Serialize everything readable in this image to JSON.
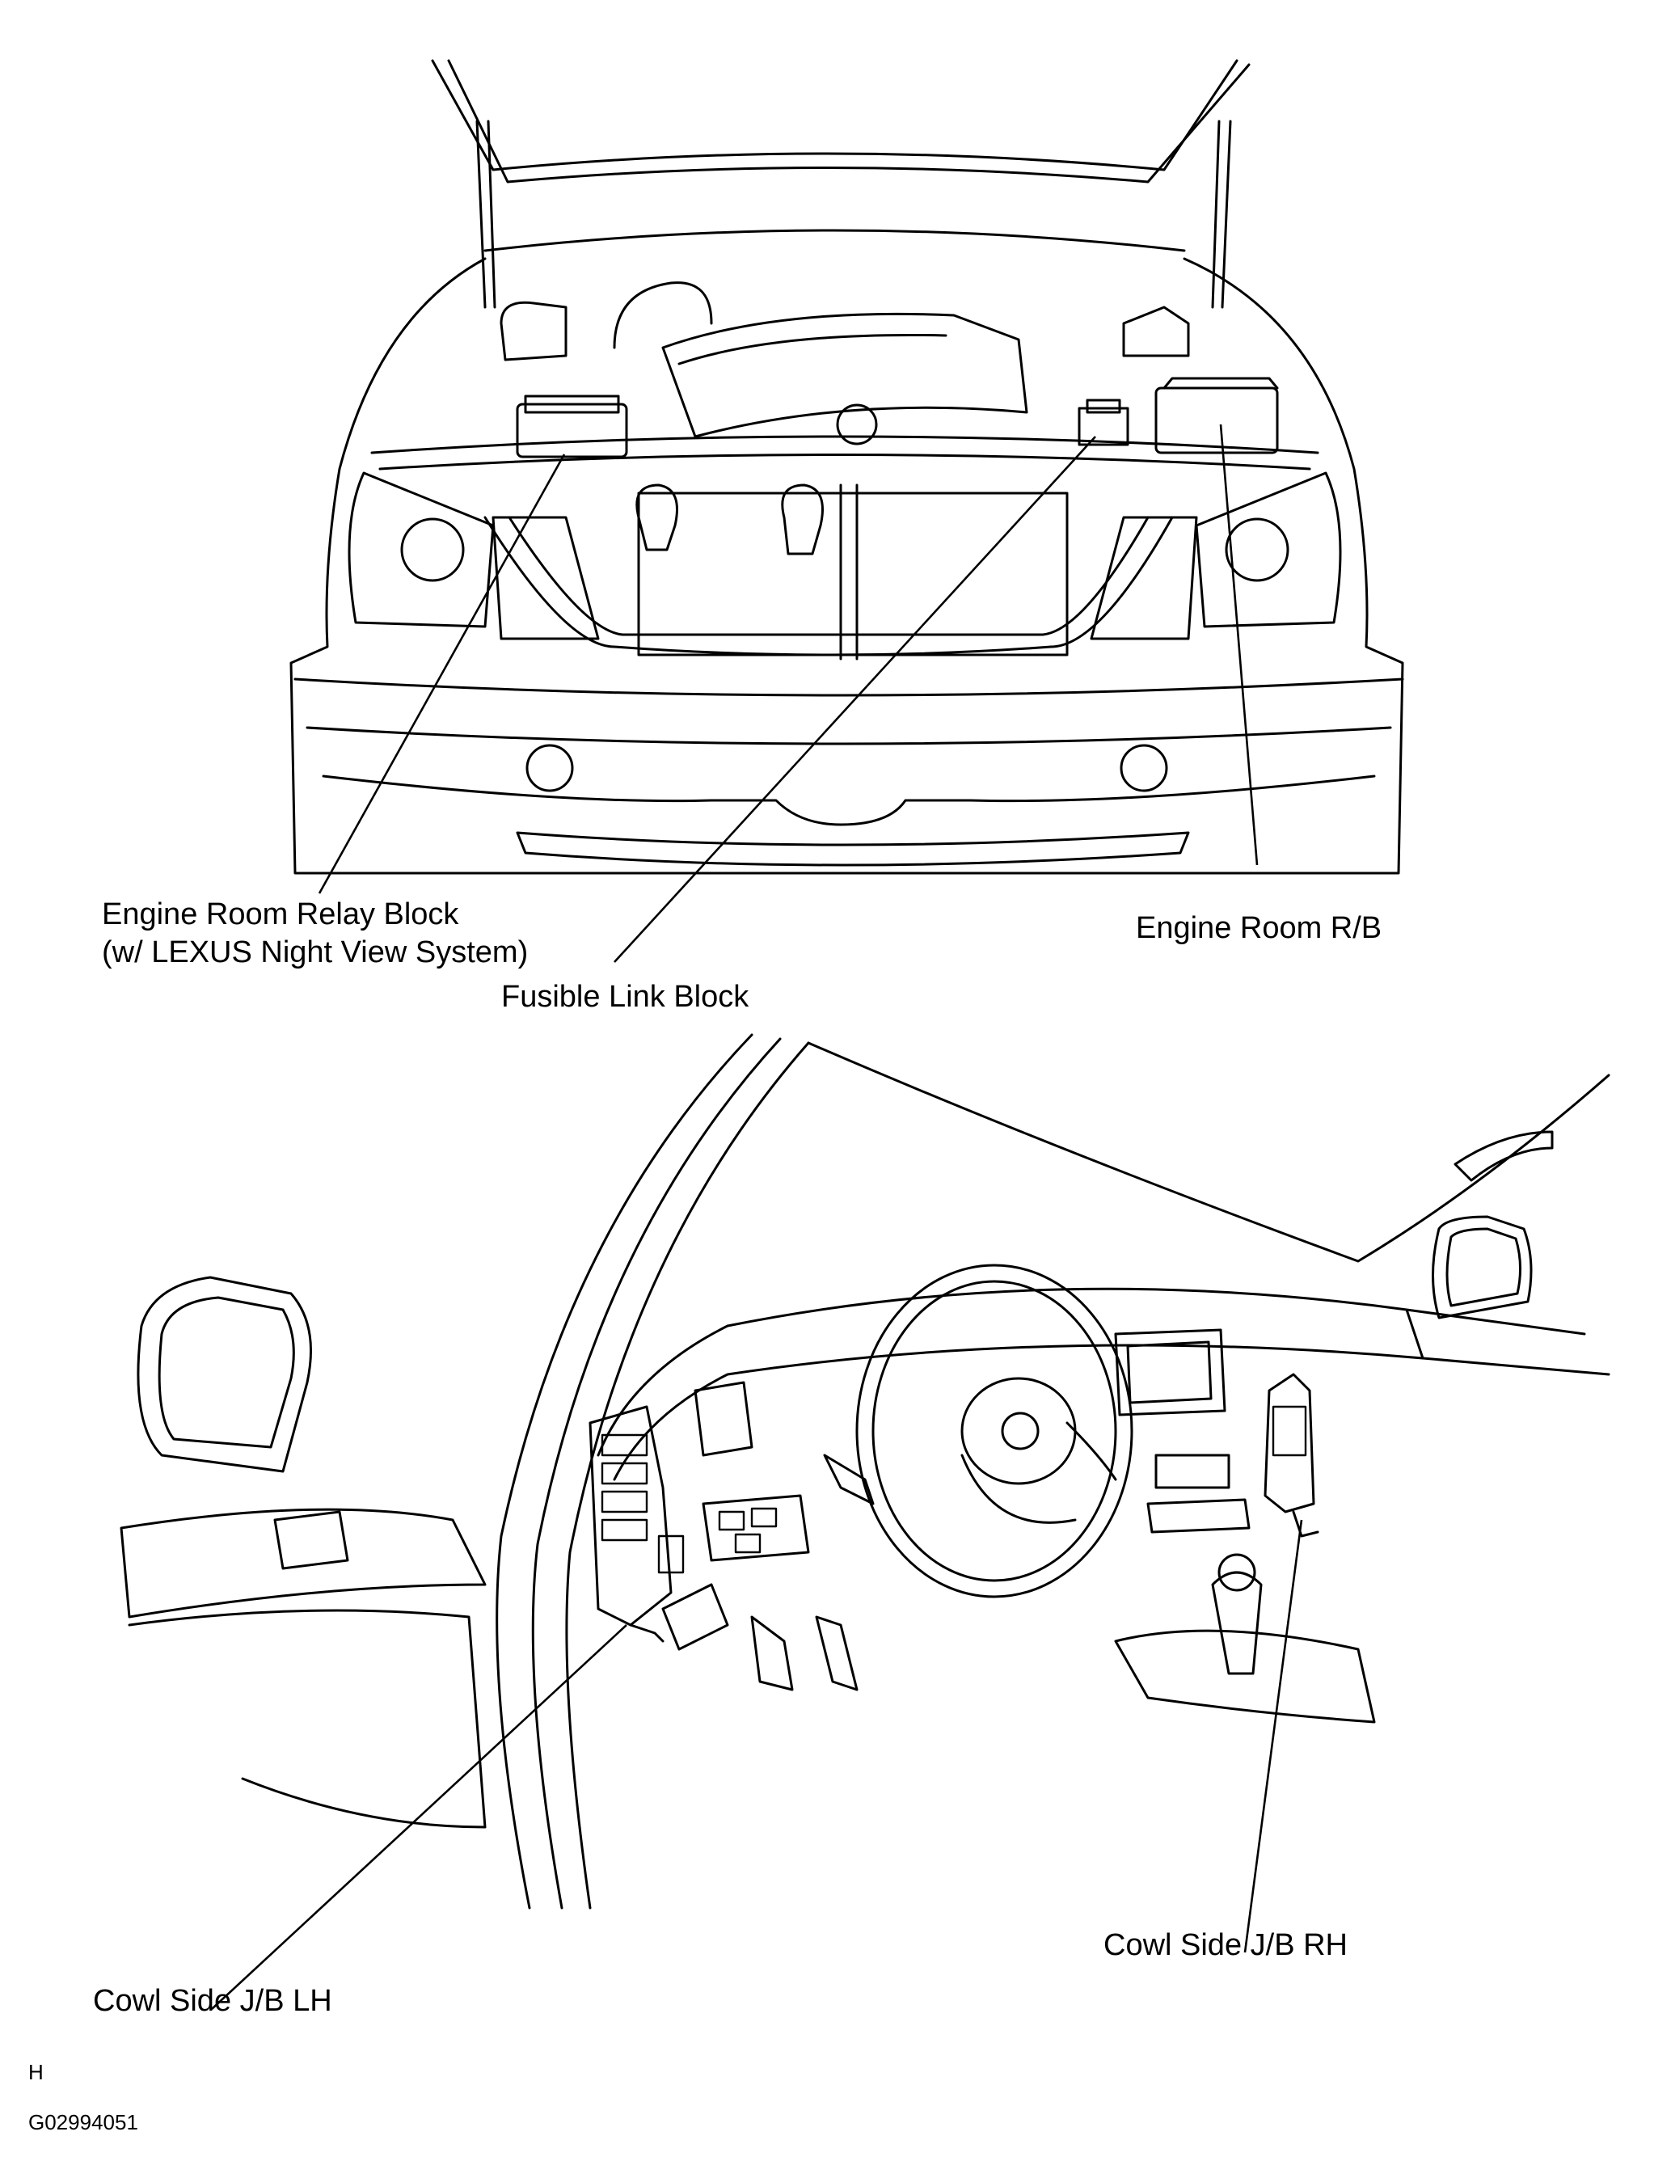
{
  "labels": {
    "engine_room_relay_block_line1": "Engine Room Relay Block",
    "engine_room_relay_block_line2": "(w/ LEXUS Night View System)",
    "fusible_link_block": "Fusible Link Block",
    "engine_room_rb": "Engine Room R/B",
    "cowl_side_jb_lh": "Cowl Side J/B LH",
    "cowl_side_jb_rh": "Cowl Side J/B RH"
  },
  "footer": {
    "section_code": "H",
    "figure_id": "G02994051"
  }
}
